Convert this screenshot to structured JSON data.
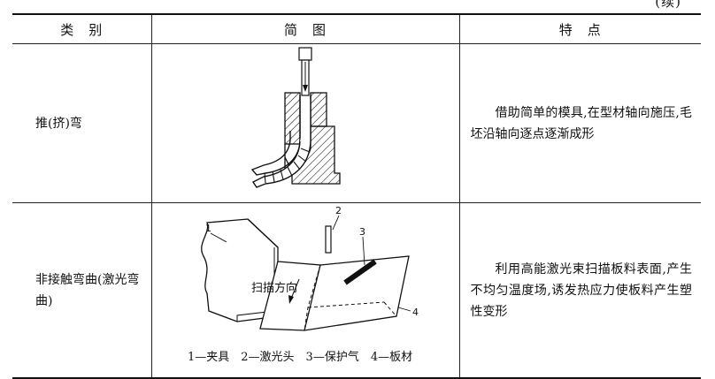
{
  "continued_mark": "(续)",
  "table": {
    "headers": [
      "类　别",
      "简　图",
      "特　点"
    ],
    "rows": [
      {
        "category": "推(挤)弯",
        "feature": "借助简单的模具,在型材轴向施压,毛坯沿轴向逐点逐渐成形"
      },
      {
        "category": "非接触弯曲(激光弯曲)",
        "feature": "利用高能激光束扫描板料表面,产生不均匀温度场,诱发热应力使板料产生塑性变形"
      }
    ]
  },
  "laser_figure": {
    "labels": [
      "1",
      "2",
      "3",
      "4"
    ],
    "scan_direction": "扫描方向",
    "caption": "1—夹具　2—激光头　3—保护气　4—板材"
  }
}
